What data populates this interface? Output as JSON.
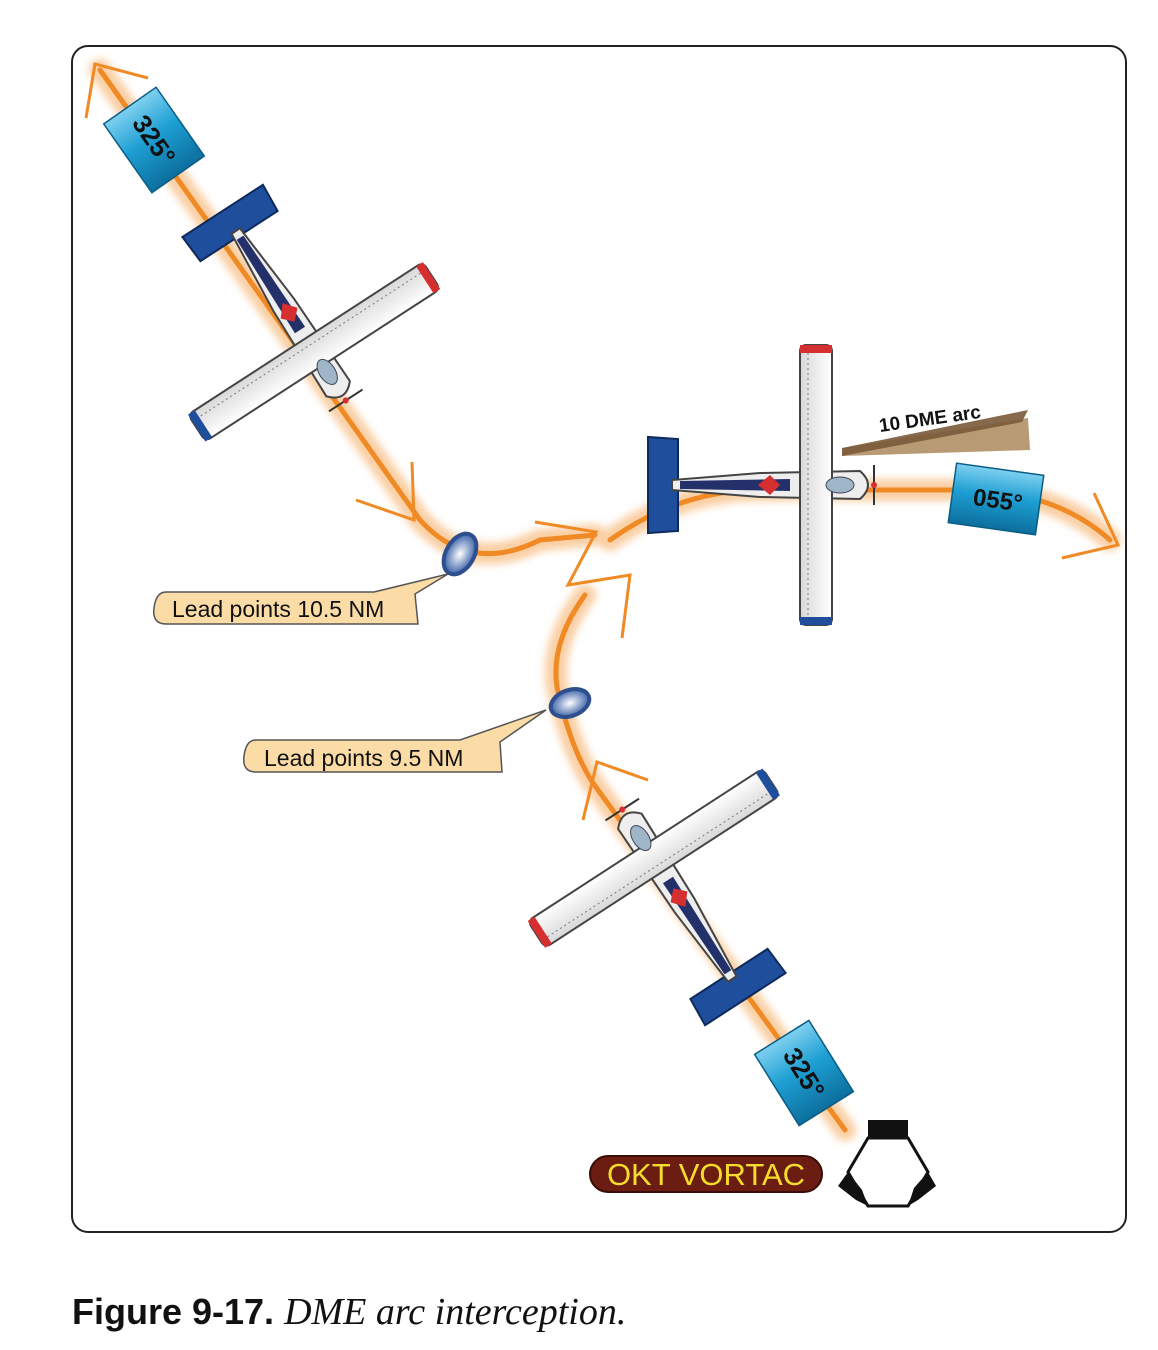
{
  "figure": {
    "number": "Figure 9-17.",
    "title": "DME arc interception."
  },
  "labels": {
    "heading_outbound": "325°",
    "heading_inbound": "325°",
    "heading_arc": "055°",
    "dme_arc": "10 DME arc",
    "lead_point_outer": "Lead points 10.5 NM",
    "lead_point_inner": "Lead points 9.5 NM",
    "station": "OKT VORTAC"
  },
  "colors": {
    "path": "#f08a24",
    "heading_box": "#1e9fd3",
    "lead_callout": "#fbdba6",
    "station_badge": "#6b1d12",
    "station_text": "#f6dd2c",
    "aircraft_tail": "#1f4e9c",
    "arc_bar": "#9c7a55"
  }
}
